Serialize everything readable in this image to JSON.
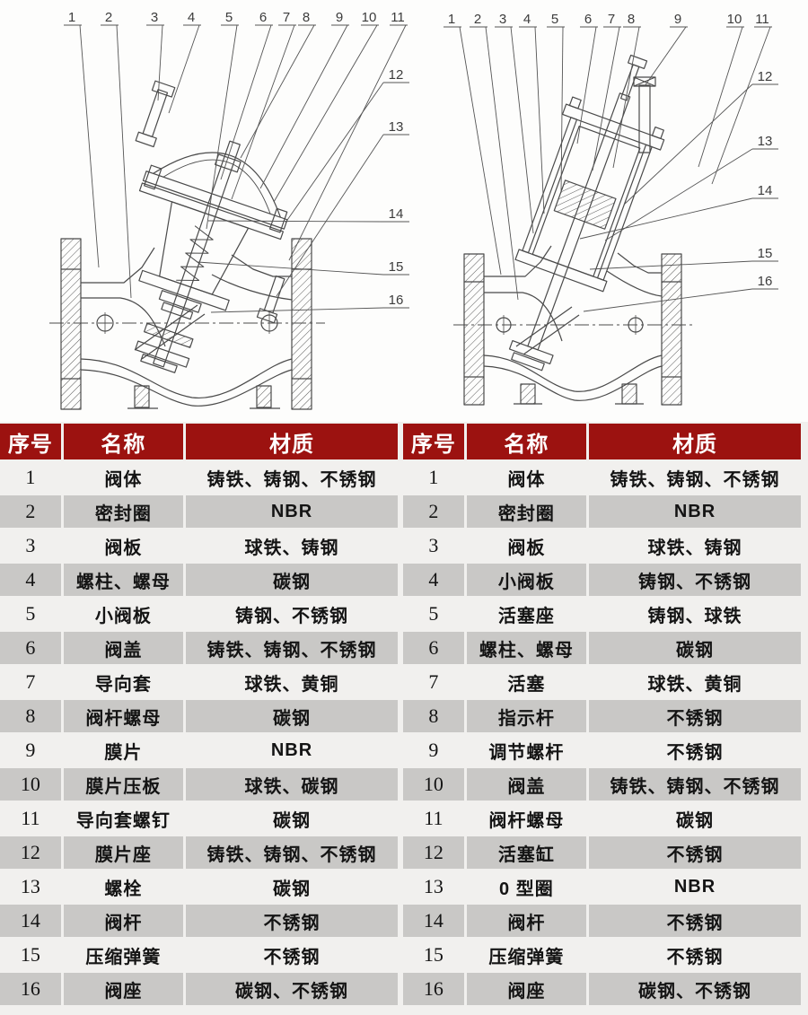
{
  "colors": {
    "header_bg": "#9c1210",
    "header_text": "#ffffff",
    "row_light": "#f1f0ee",
    "row_gray": "#c9c8c6",
    "line_art": "#4a4a4a"
  },
  "diagrams": {
    "left": {
      "callouts_top": [
        "1",
        "2",
        "3",
        "4",
        "5",
        "6",
        "7",
        "8",
        "9",
        "10",
        "11"
      ],
      "callouts_side": [
        "12",
        "13",
        "14",
        "15",
        "16"
      ]
    },
    "right": {
      "callouts_top": [
        "1",
        "2",
        "3",
        "4",
        "5",
        "6",
        "7",
        "8",
        "9",
        "10",
        "11"
      ],
      "callouts_side": [
        "12",
        "13",
        "14",
        "15",
        "16"
      ]
    }
  },
  "tables": [
    {
      "headers": [
        "序号",
        "名称",
        "材质"
      ],
      "rows": [
        [
          "1",
          "阀体",
          "铸铁、铸钢、不锈钢"
        ],
        [
          "2",
          "密封圈",
          "NBR"
        ],
        [
          "3",
          "阀板",
          "球铁、铸钢"
        ],
        [
          "4",
          "螺柱、螺母",
          "碳钢"
        ],
        [
          "5",
          "小阀板",
          "铸钢、不锈钢"
        ],
        [
          "6",
          "阀盖",
          "铸铁、铸钢、不锈钢"
        ],
        [
          "7",
          "导向套",
          "球铁、黄铜"
        ],
        [
          "8",
          "阀杆螺母",
          "碳钢"
        ],
        [
          "9",
          "膜片",
          "NBR"
        ],
        [
          "10",
          "膜片压板",
          "球铁、碳钢"
        ],
        [
          "11",
          "导向套螺钉",
          "碳钢"
        ],
        [
          "12",
          "膜片座",
          "铸铁、铸钢、不锈钢"
        ],
        [
          "13",
          "螺栓",
          "碳钢"
        ],
        [
          "14",
          "阀杆",
          "不锈钢"
        ],
        [
          "15",
          "压缩弹簧",
          "不锈钢"
        ],
        [
          "16",
          "阀座",
          "碳钢、不锈钢"
        ]
      ]
    },
    {
      "headers": [
        "序号",
        "名称",
        "材质"
      ],
      "rows": [
        [
          "1",
          "阀体",
          "铸铁、铸钢、不锈钢"
        ],
        [
          "2",
          "密封圈",
          "NBR"
        ],
        [
          "3",
          "阀板",
          "球铁、铸钢"
        ],
        [
          "4",
          "小阀板",
          "铸钢、不锈钢"
        ],
        [
          "5",
          "活塞座",
          "铸钢、球铁"
        ],
        [
          "6",
          "螺柱、螺母",
          "碳钢"
        ],
        [
          "7",
          "活塞",
          "球铁、黄铜"
        ],
        [
          "8",
          "指示杆",
          "不锈钢"
        ],
        [
          "9",
          "调节螺杆",
          "不锈钢"
        ],
        [
          "10",
          "阀盖",
          "铸铁、铸钢、不锈钢"
        ],
        [
          "11",
          "阀杆螺母",
          "碳钢"
        ],
        [
          "12",
          "活塞缸",
          "不锈钢"
        ],
        [
          "13",
          "0 型圈",
          "NBR"
        ],
        [
          "14",
          "阀杆",
          "不锈钢"
        ],
        [
          "15",
          "压缩弹簧",
          "不锈钢"
        ],
        [
          "16",
          "阀座",
          "碳钢、不锈钢"
        ]
      ]
    }
  ]
}
